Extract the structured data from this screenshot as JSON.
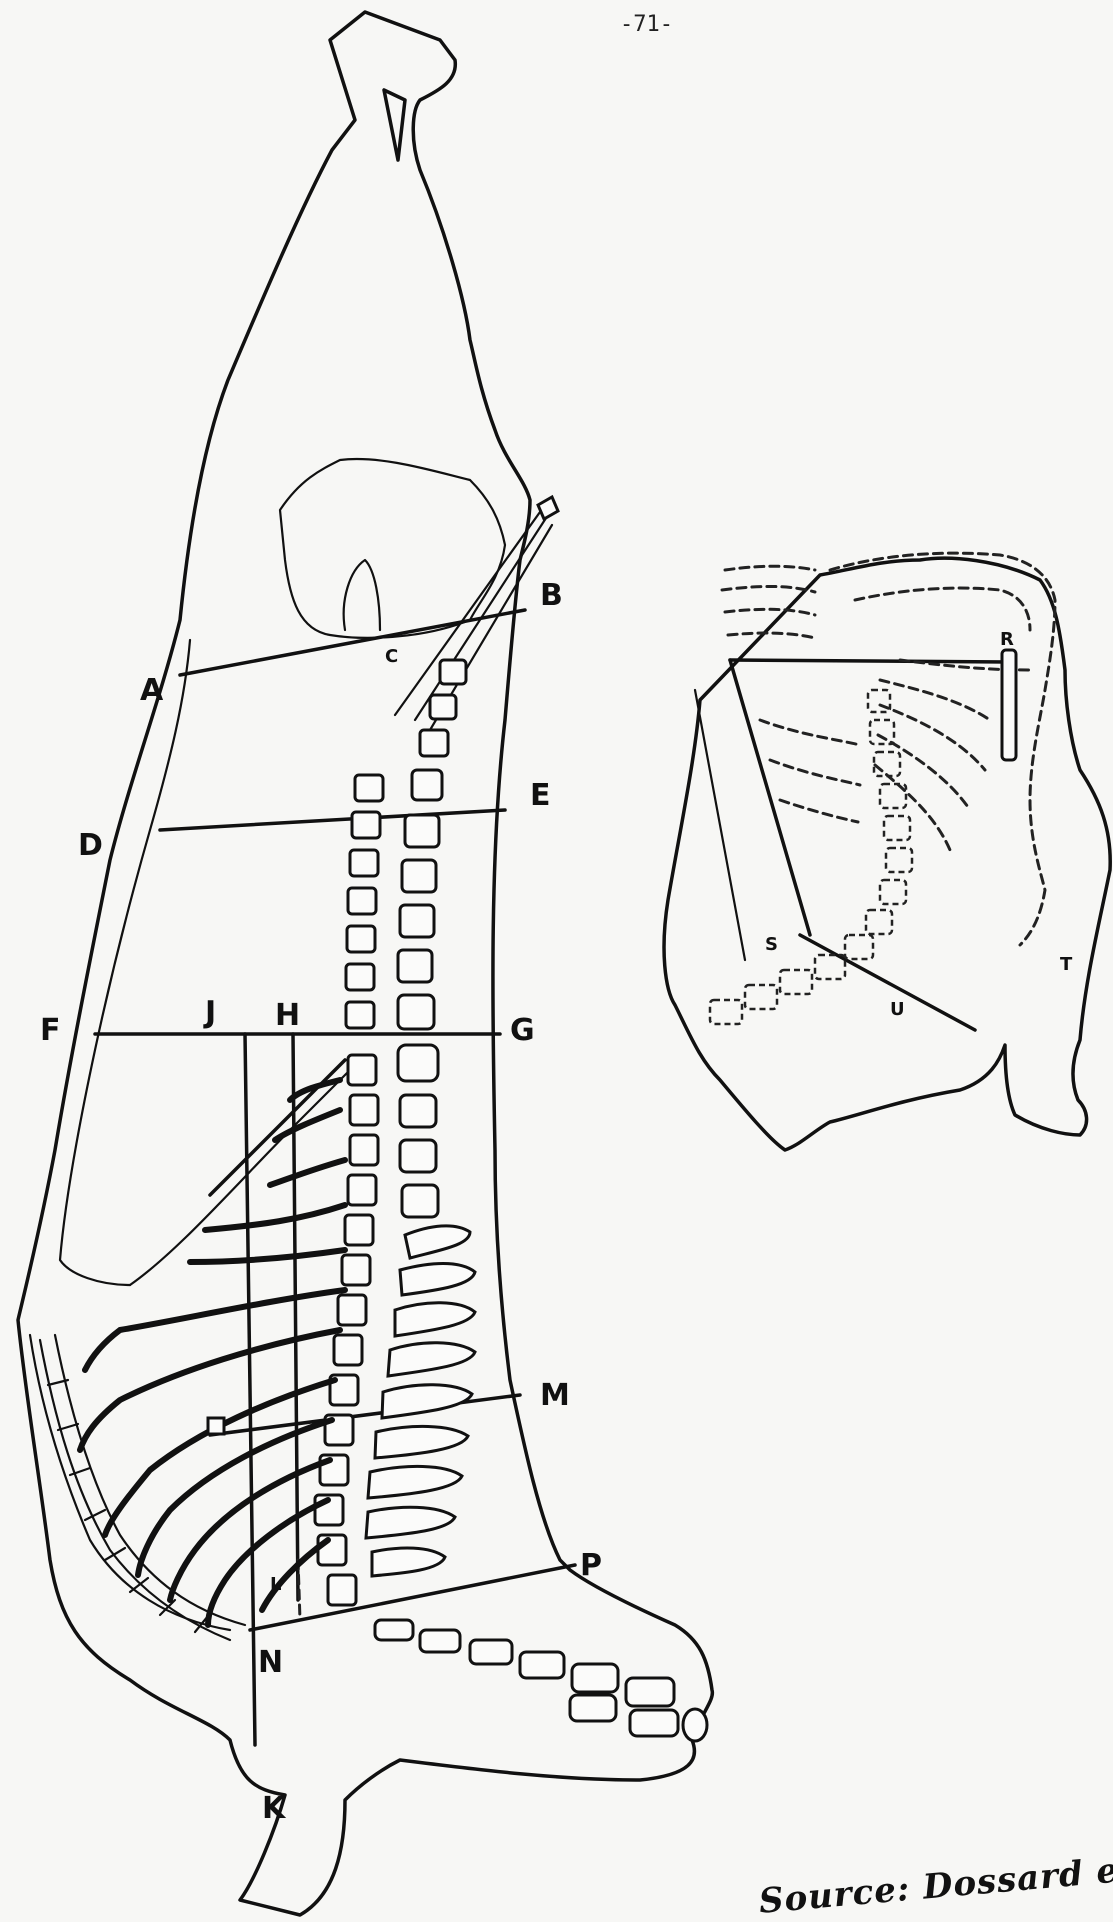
{
  "page_number": "-71-",
  "signature": "Source: Dossard et Dumont",
  "main_diagram": {
    "labels": [
      "A",
      "B",
      "C",
      "D",
      "E",
      "F",
      "J",
      "H",
      "G",
      "M",
      "P",
      "N",
      "K",
      "L"
    ]
  },
  "inset_diagram": {
    "labels": [
      "R",
      "S",
      "T",
      "U"
    ]
  }
}
